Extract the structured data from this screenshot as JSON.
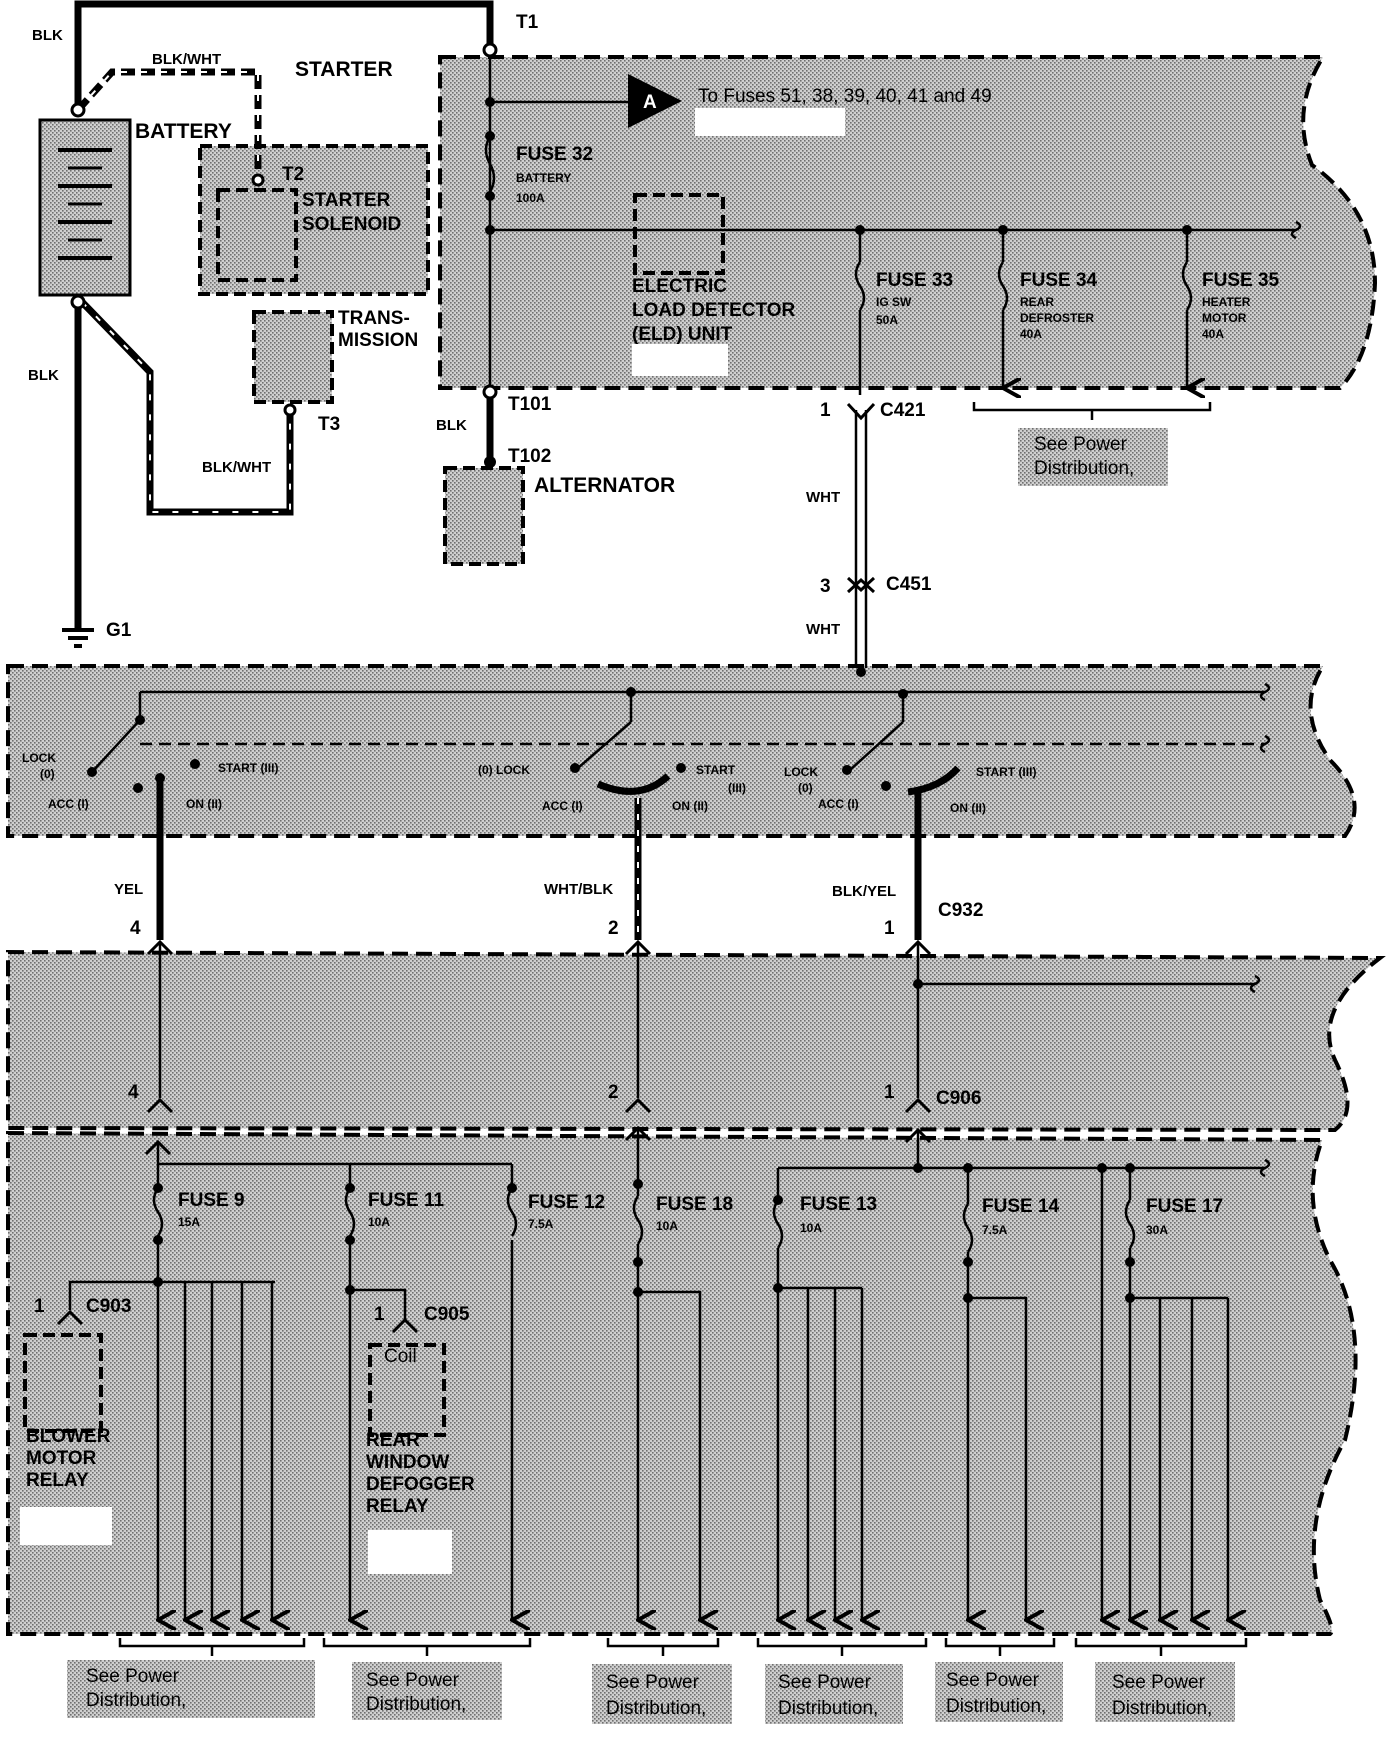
{
  "wires": {
    "blk_top": "BLK",
    "blk_wht_top": "BLK/WHT",
    "blk_left": "BLK",
    "blk_wht_lower": "BLK/WHT",
    "blk_alt": "BLK",
    "wht_1": "WHT",
    "wht_2": "WHT",
    "yel": "YEL",
    "wht_blk": "WHT/BLK",
    "blk_yel": "BLK/YEL"
  },
  "components": {
    "starter": "STARTER",
    "battery": "BATTERY",
    "t2": "T2",
    "starter_solenoid": [
      "STARTER",
      "SOLENOID"
    ],
    "transmission": [
      "TRANS-",
      "MISSION"
    ],
    "t3": "T3",
    "t1": "T1",
    "t101": "T101",
    "t102": "T102",
    "alternator": "ALTERNATOR",
    "g1": "G1",
    "eld": [
      "ELECTRIC",
      "LOAD DETECTOR",
      "(ELD) UNIT"
    ],
    "blower_relay": [
      "BLOWER",
      "MOTOR",
      "RELAY"
    ],
    "defogger_relay": [
      "REAR",
      "WINDOW",
      "DEFOGGER",
      "RELAY"
    ],
    "coil": "Coil"
  },
  "fuses_top": {
    "to_fuses": "To Fuses 51, 38, 39, 40, 41 and 49",
    "connector_a": "A",
    "fuse32": [
      "FUSE 32",
      "BATTERY",
      "100A"
    ],
    "fuse33": [
      "FUSE 33",
      "IG SW",
      "50A"
    ],
    "fuse34": [
      "FUSE 34",
      "REAR",
      "DEFROSTER",
      "40A"
    ],
    "fuse35": [
      "FUSE 35",
      "HEATER",
      "MOTOR",
      "40A"
    ]
  },
  "connectors": {
    "c421": "C421",
    "c421_pin": "1",
    "c451": "C451",
    "c451_pin": "3",
    "c932": "C932",
    "c932_pins": [
      "4",
      "2",
      "1"
    ],
    "c906": "C906",
    "c906_pins": [
      "4",
      "2",
      "1"
    ],
    "c903": "C903",
    "c903_pin": "1",
    "c905": "C905",
    "c905_pin": "1"
  },
  "ignition_switch": {
    "sw1": {
      "lock": "LOCK",
      "lock_num": "(0)",
      "acc": "ACC (I)",
      "on": "ON (II)",
      "start": "START (III)"
    },
    "sw2": {
      "lock": "(0) LOCK",
      "acc": "ACC (I)",
      "on": "ON (II)",
      "start": "START",
      "start_num": "(III)"
    },
    "sw3": {
      "lock": "LOCK",
      "lock_num": "(0)",
      "acc": "ACC (I)",
      "on": "ON (II)",
      "start": "START (III)"
    }
  },
  "fuses_bottom": {
    "fuse9": [
      "FUSE 9",
      "15A"
    ],
    "fuse11": [
      "FUSE 11",
      "10A"
    ],
    "fuse12": [
      "FUSE 12",
      "7.5A"
    ],
    "fuse18": [
      "FUSE 18",
      "10A"
    ],
    "fuse13": [
      "FUSE 13",
      "10A"
    ],
    "fuse14": [
      "FUSE 14",
      "7.5A"
    ],
    "fuse17": [
      "FUSE 17",
      "30A"
    ]
  },
  "notes": {
    "see_power": [
      "See Power",
      "Distribution,"
    ]
  }
}
